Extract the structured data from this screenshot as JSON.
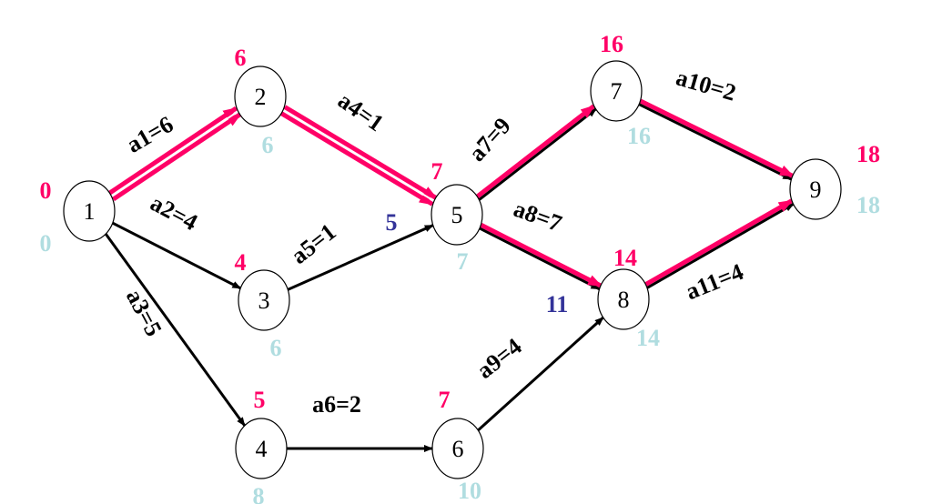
{
  "colors": {
    "early": "#FF0066",
    "late": "#B0DDE0",
    "alt": "#333399",
    "edge": "#000000"
  },
  "nodes": [
    {
      "id": "1",
      "early": "0",
      "late": "0"
    },
    {
      "id": "2",
      "early": "6",
      "late": "6"
    },
    {
      "id": "3",
      "early": "4",
      "late": "6"
    },
    {
      "id": "4",
      "early": "5",
      "late": "8"
    },
    {
      "id": "5",
      "early": "7",
      "late": "7",
      "alt": "5"
    },
    {
      "id": "6",
      "early": "7",
      "late": "10"
    },
    {
      "id": "7",
      "early": "16",
      "late": "16"
    },
    {
      "id": "8",
      "early": "14",
      "late": "14",
      "alt": "11"
    },
    {
      "id": "9",
      "early": "18",
      "late": "18"
    }
  ],
  "edges": [
    {
      "from": "1",
      "to": "2",
      "label": "a1=6",
      "critical": true,
      "double": true
    },
    {
      "from": "1",
      "to": "3",
      "label": "a2=4",
      "critical": false
    },
    {
      "from": "1",
      "to": "4",
      "label": "a3=5",
      "critical": false
    },
    {
      "from": "2",
      "to": "5",
      "label": "a4=1",
      "critical": true,
      "double": true
    },
    {
      "from": "3",
      "to": "5",
      "label": "a5=1",
      "critical": false
    },
    {
      "from": "4",
      "to": "6",
      "label": "a6=2",
      "critical": false
    },
    {
      "from": "5",
      "to": "7",
      "label": "a7=9",
      "critical": true
    },
    {
      "from": "5",
      "to": "8",
      "label": "a8=7",
      "critical": true
    },
    {
      "from": "6",
      "to": "8",
      "label": "a9=4",
      "critical": false
    },
    {
      "from": "7",
      "to": "9",
      "label": "a10=2",
      "critical": true
    },
    {
      "from": "8",
      "to": "9",
      "label": "a11=4",
      "critical": true
    }
  ]
}
